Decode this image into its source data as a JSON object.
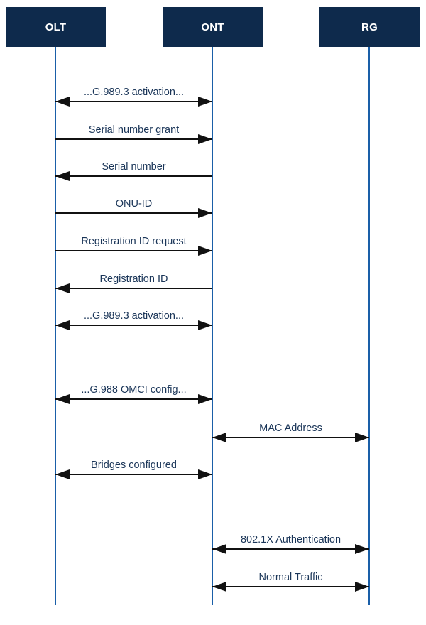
{
  "colors": {
    "actor_fill": "#0e2a4c",
    "actor_text": "#ffffff",
    "lifeline": "#1a5fa8",
    "arrow": "#111111",
    "label": "#1a3558"
  },
  "actors": [
    {
      "id": "olt",
      "label": "OLT"
    },
    {
      "id": "ont",
      "label": "ONT"
    },
    {
      "id": "rg",
      "label": "RG"
    }
  ],
  "messages": [
    {
      "label": "...G.989.3 activation...",
      "from": "olt",
      "to": "ont",
      "dir": "both"
    },
    {
      "label": "Serial number grant",
      "from": "olt",
      "to": "ont",
      "dir": "forward"
    },
    {
      "label": "Serial number",
      "from": "ont",
      "to": "olt",
      "dir": "forward"
    },
    {
      "label": "ONU-ID",
      "from": "olt",
      "to": "ont",
      "dir": "forward"
    },
    {
      "label": "Registration ID request",
      "from": "olt",
      "to": "ont",
      "dir": "forward"
    },
    {
      "label": "Registration ID",
      "from": "ont",
      "to": "olt",
      "dir": "forward"
    },
    {
      "label": "...G.989.3 activation...",
      "from": "olt",
      "to": "ont",
      "dir": "both"
    },
    {
      "label": "...G.988 OMCI config...",
      "from": "olt",
      "to": "ont",
      "dir": "both"
    },
    {
      "label": "MAC Address",
      "from": "ont",
      "to": "rg",
      "dir": "both"
    },
    {
      "label": "Bridges configured",
      "from": "olt",
      "to": "ont",
      "dir": "both"
    },
    {
      "label": "802.1X Authentication",
      "from": "ont",
      "to": "rg",
      "dir": "both"
    },
    {
      "label": "Normal Traffic",
      "from": "ont",
      "to": "rg",
      "dir": "both"
    }
  ]
}
